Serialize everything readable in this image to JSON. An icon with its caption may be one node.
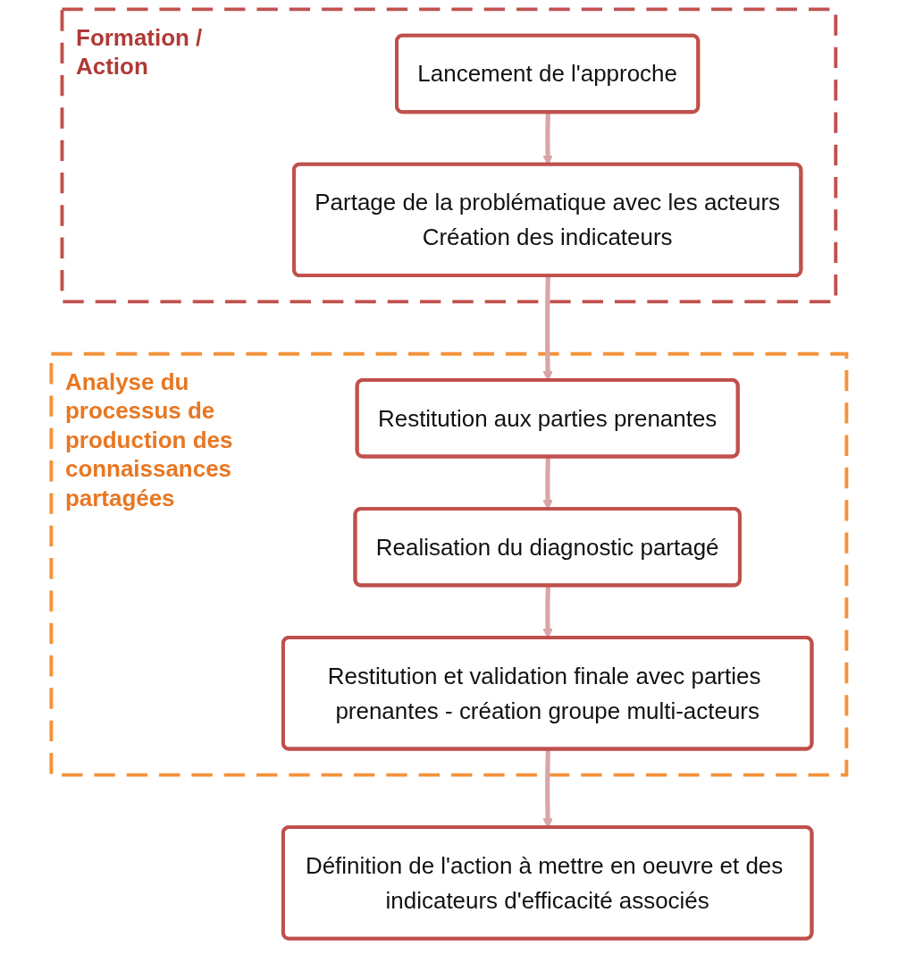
{
  "diagram": {
    "nodes": [
      {
        "text": [
          "Analyse du processus de production des connaissances partagées"
        ]
      },
      {
        "text": [
          "Formation / Action"
        ]
      },
      {
        "text": [
          "Lancement de l'approche"
        ],
        "in": 1
      },
      {
        "text": [
          "Partage de la problématique avec les acteurs",
          "Création des indicateurs"
        ],
        "in": 1
      },
      {
        "text": [
          "Restitution aux parties prenantes"
        ],
        "in": 0
      },
      {
        "text": [
          "Realisation du diagnostic partagé"
        ],
        "in": 0
      },
      {
        "text": [
          "Restitution et validation finale avec parties prenantes - création groupe multi-acteurs"
        ],
        "in": 0
      },
      {
        "text": [
          "Définition de l'action à mettre en oeuvre et des indicateurs d'efficacité associés"
        ]
      }
    ],
    "edges": [
      {
        "from": 2,
        "to": 3,
        "arrow": "to"
      },
      {
        "from": 3,
        "to": 4,
        "arrow": "to"
      },
      {
        "from": 4,
        "to": 5,
        "arrow": "to"
      },
      {
        "from": 5,
        "to": 6,
        "arrow": "to"
      },
      {
        "from": 6,
        "to": 7,
        "arrow": "to"
      }
    ]
  }
}
